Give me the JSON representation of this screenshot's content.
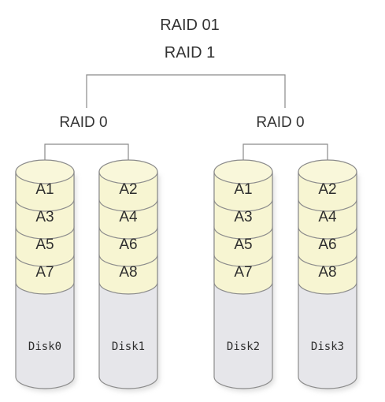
{
  "title": {
    "line1": "RAID 01",
    "line2": "RAID 1"
  },
  "groups": [
    {
      "label": "RAID 0",
      "disks": [
        {
          "name": "Disk0",
          "blocks": [
            "A1",
            "A3",
            "A5",
            "A7"
          ]
        },
        {
          "name": "Disk1",
          "blocks": [
            "A2",
            "A4",
            "A6",
            "A8"
          ]
        }
      ]
    },
    {
      "label": "RAID 0",
      "disks": [
        {
          "name": "Disk2",
          "blocks": [
            "A1",
            "A3",
            "A5",
            "A7"
          ]
        },
        {
          "name": "Disk3",
          "blocks": [
            "A2",
            "A4",
            "A6",
            "A8"
          ]
        }
      ]
    }
  ],
  "colors": {
    "block_fill": "#f7f5d2",
    "block_top": "#f9f7da",
    "disk_body": "#e6e6ea",
    "outline": "#8c8c8c",
    "connector": "#8a8a8a"
  }
}
